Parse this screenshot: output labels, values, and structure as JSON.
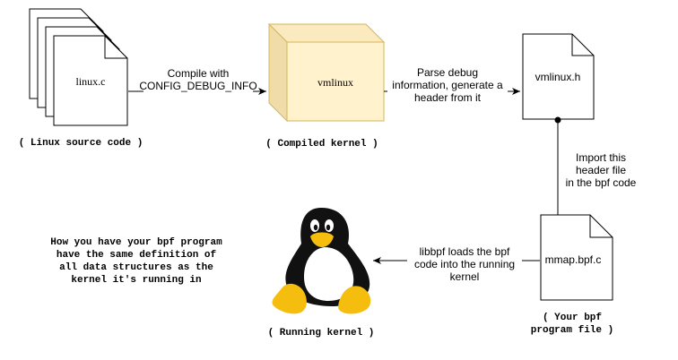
{
  "nodes": {
    "linux_c": {
      "label": "linux.c",
      "caption": "( Linux source code )"
    },
    "vmlinux": {
      "label": "vmlinux",
      "caption": "( Compiled kernel )"
    },
    "vmlinux_h": {
      "label": "vmlinux.h"
    },
    "mmap_bpf_c": {
      "label": "mmap.bpf.c",
      "caption_lines": [
        "( Your bpf",
        "program file )"
      ]
    },
    "kernel": {
      "caption": "( Running kernel )"
    }
  },
  "edges": {
    "compile": {
      "lines": [
        "Compile with",
        "CONFIG_DEBUG_INFO"
      ]
    },
    "parse": {
      "lines": [
        "Parse debug",
        "information, generate a",
        "header from it"
      ]
    },
    "import": {
      "lines": [
        "Import this",
        "header file",
        "in the bpf code"
      ]
    },
    "load": {
      "lines": [
        "libbpf loads the bpf",
        "code into the running",
        "kernel"
      ]
    }
  },
  "note": {
    "lines": [
      "How you have your bpf program",
      "have the same definition of",
      "all data structures as the",
      "kernel it's running in"
    ]
  },
  "colors": {
    "cube_front": "#fff2cc",
    "cube_top": "#fbeac0",
    "cube_side": "#efdca9",
    "cube_stroke": "#d6b656",
    "tux_yellow": "#f5be0f",
    "tux_black": "#111111"
  }
}
